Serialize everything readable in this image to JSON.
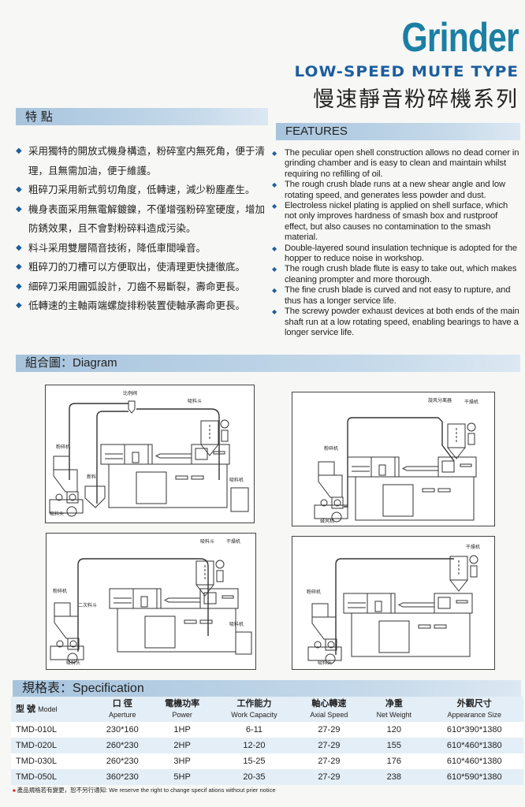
{
  "header": {
    "title": "Grinder",
    "subtitle": "LOW-SPEED MUTE TYPE",
    "cn_title": "慢速靜音粉碎機系列"
  },
  "features_cn": {
    "heading": "特 點",
    "items": [
      "采用獨特的開放式機身構造，粉碎室内無死角，便于清理，且無需加油，便于維護。",
      "粗碎刀采用新式剪切角度，低轉速，減少粉塵產生。",
      "機身表面采用無電解鍍鎳，不僅增强粉碎室硬度，增加防銹效果，且不會對粉碎料造成污染。",
      "料斗采用雙層隔音技術，降低車間噪音。",
      "粗碎刀的刀槽可以方便取出，使清理更快捷徹底。",
      "細碎刀采用圓弧設計，刀齒不易斷裂，壽命更長。",
      "低轉速的主軸兩端螺旋排粉裝置使軸承壽命更長。"
    ]
  },
  "features_en": {
    "heading": "FEATURES",
    "items": [
      "The peculiar open shell construction allows no dead corner in grinding chamber and is easy to clean and maintain whilst requiring no refilling of oil.",
      "The rough crush blade runs at a new shear angle and low rotating speed, and generates less powder and dust.",
      "Electroless nickel plating is applied on shell surface, which not only improves hardness of smash box and rustproof effect, but also causes no contamination to the smash material.",
      "Double-layered sound insulation technique is adopted for the hopper to reduce noise in workshop.",
      "The rough crush blade flute is easy to take out, which makes cleaning prompter and more thorough.",
      "The fine crush blade is curved and not easy to rupture, and thus has a longer service life.",
      "The screwy powder exhaust devices at both ends of the main shaft run at a low rotating speed, enabling bearings to have a longer service life."
    ]
  },
  "diagram": {
    "heading": "組合圖：Diagram",
    "d1": {
      "valve": "比例阀",
      "hopper": "吸料斗",
      "grinder": "粉碎机",
      "new_material": "新料",
      "loader": "吸料机",
      "suction_head": "吸料头"
    },
    "d2": {
      "cyclone": "旋风分离器",
      "dryer": "干燥机",
      "grinder": "粉碎机",
      "blower": "鼓风机"
    },
    "d3": {
      "hopper": "吸料斗",
      "dryer": "干燥机",
      "grinder": "粉碎机",
      "secondary": "二次料斗",
      "loader": "吸料机",
      "suction_head": "吸料头"
    },
    "d4": {
      "dryer": "干燥机",
      "grinder": "粉碎机",
      "suction_head": "吸料头"
    }
  },
  "spec": {
    "heading": "規格表：Specification",
    "columns": [
      {
        "cn": "型 號",
        "en": "Model"
      },
      {
        "cn": "口 徑",
        "en": "Aperture"
      },
      {
        "cn": "電機功率",
        "en": "Power"
      },
      {
        "cn": "工作能力",
        "en": "Work Capacity"
      },
      {
        "cn": "軸心轉速",
        "en": "Axial Speed"
      },
      {
        "cn": "净重",
        "en": "Net Weight"
      },
      {
        "cn": "外觀尺寸",
        "en": "Appearance Size"
      }
    ],
    "rows": [
      [
        "TMD-010L",
        "230*160",
        "1HP",
        "6-11",
        "27-29",
        "120",
        "610*390*1380"
      ],
      [
        "TMD-020L",
        "260*230",
        "2HP",
        "12-20",
        "27-29",
        "155",
        "610*460*1380"
      ],
      [
        "TMD-030L",
        "260*230",
        "3HP",
        "15-25",
        "27-29",
        "176",
        "610*460*1380"
      ],
      [
        "TMD-050L",
        "360*230",
        "5HP",
        "20-35",
        "27-29",
        "238",
        "610*590*1380"
      ]
    ],
    "note": "產品規格若有變更，恕不另行通知: We reserve the right to change specif ations without prier notice"
  },
  "colors": {
    "title": "#1b7fa3",
    "subtitle": "#1c5e9f",
    "bar": "#a7c4dd"
  }
}
